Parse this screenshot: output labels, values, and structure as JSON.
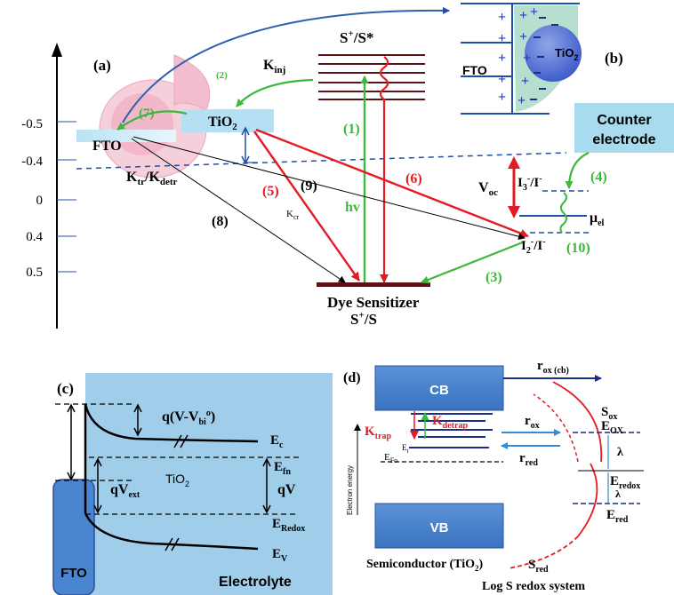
{
  "panel_a": {
    "label": "(a)",
    "axis_ticks": [
      "-0.5",
      "-0.4",
      "0",
      "0.4",
      "0.5"
    ],
    "fto": "FTO",
    "tio2": "TiO",
    "tio2_sub": "2",
    "kinj": "K",
    "kinj_sub": "inj",
    "ktr": "K",
    "ktr_sub": "tr",
    "kdetr_sep": "/K",
    "kdetr_sub": "detr",
    "dye_states": "S",
    "dye_states_sup": "+",
    "dye_states_rest": "/S*",
    "dye_sensitizer": "Dye Sensitizer",
    "dye_ground": "S",
    "dye_ground_sup": "+",
    "dye_ground_rest": "/S",
    "hv": "hv",
    "kcr": "K",
    "kcr_sub": "cr",
    "voc": "V",
    "voc_sub": "oc",
    "mu": "μ",
    "mu_sub": "el",
    "i3": "I",
    "i3_sub": "3",
    "i3_sup": "-",
    "i3_rest": "/I",
    "i3_rest_sup": "-",
    "i2": "I",
    "i2_sub": "2",
    "i2_sup": "-",
    "i2_rest": "/I",
    "i2_rest_sup": "-",
    "counter_1": "Counter",
    "counter_2": "electrode",
    "steps": {
      "s1": "(1)",
      "s2": "(2)",
      "s3": "(3)",
      "s4": "(4)",
      "s5": "(5)",
      "s6": "(6)",
      "s7": "(7)",
      "s8": "(8)",
      "s9": "(9)",
      "s10": "(10)"
    }
  },
  "panel_b": {
    "label": "(b)",
    "fto": "FTO",
    "tio2": "TiO",
    "tio2_sub": "2"
  },
  "panel_c": {
    "label": "(c)",
    "q_vvbi": "q(V-V",
    "vbi_sub": "bi",
    "vbi_sup": "o",
    "vbi_close": ")",
    "ec": "E",
    "ec_sub": "c",
    "efn": "E",
    "efn_sub": "fn",
    "tio2": "TiO",
    "tio2_sub": "2",
    "qvext": "qV",
    "qvext_sub": "ext",
    "qv": "qV",
    "eredox": "E",
    "eredox_sub": "Redox",
    "ev": "E",
    "ev_sub": "V",
    "fto": "FTO",
    "electrolyte": "Electrolyte"
  },
  "panel_d": {
    "label": "(d)",
    "cb": "CB",
    "vb": "VB",
    "rox_cb": "r",
    "rox_cb_sub": "ox (cb)",
    "ktrap": "K",
    "ktrap_sub": "trap",
    "kdetrap": "K",
    "kdetrap_sub": "detrap",
    "et": "E",
    "et_sub": "t",
    "efo": "E",
    "efo_sub": "Fo",
    "rox": "r",
    "rox_sub": "ox",
    "rred": "r",
    "rred_sub": "red",
    "sox": "S",
    "sox_sub": "ox",
    "eox": "E",
    "eox_sub": "OX",
    "lambda1": "λ",
    "eredox": "E",
    "eredox_sub": "redox",
    "lambda2": "λ",
    "ered": "E",
    "ered_sub": "red",
    "sred": "S",
    "sred_sub": "red",
    "yaxis": "Electron energy",
    "semiconductor": "Semiconductor (TiO",
    "semiconductor_sub": "2",
    "semiconductor_close": ")",
    "log": "Log S redox system"
  },
  "colors": {
    "red": "#e31c24",
    "green": "#3cb83c",
    "blue": "#1f4fa8",
    "light_blue": "#a9d7ec",
    "panel_bg": "#9fcdea",
    "box_blue": "#4a86cf",
    "pink": "#f1b6c8"
  }
}
